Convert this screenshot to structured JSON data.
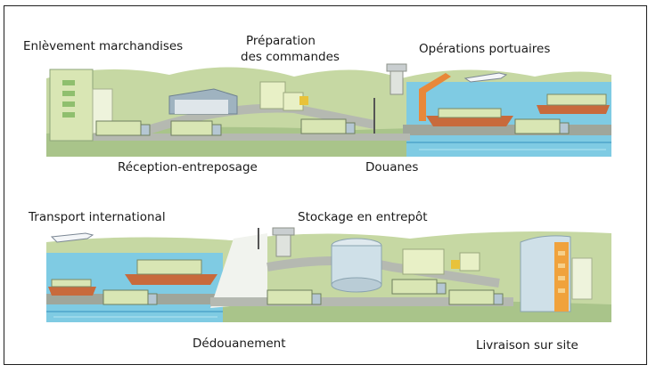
{
  "top_panel": {
    "labels": {
      "pickup": "Enlèvement marchandises",
      "preparation_line1": "Préparation",
      "preparation_line2": "des commandes",
      "port_operations": "Opérations portuaires",
      "reception": "Réception-entreposage",
      "customs": "Douanes"
    }
  },
  "bottom_panel": {
    "labels": {
      "international_transport": "Transport international",
      "warehouse_storage": "Stockage en entrepôt",
      "customs_clearance": "Dédouanement",
      "site_delivery": "Livraison sur site"
    }
  },
  "colors": {
    "sea": "#7fcbe3",
    "land": "#c6d8a3",
    "road": "#b5b9b1",
    "trailer": "#d9e6b4",
    "building": "#e8f0c6",
    "crane": "#e8883a",
    "ship_hull": "#c86a3c",
    "tower": "#f0a23c"
  }
}
